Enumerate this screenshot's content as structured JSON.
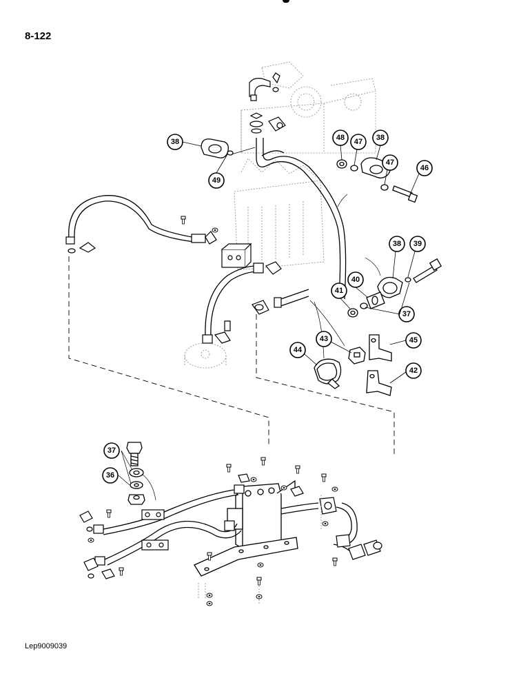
{
  "page": {
    "number": "8-122",
    "reference": "Lep9009039"
  },
  "colors": {
    "ink": "#000000",
    "faint": "#8a8a8a",
    "paper": "#ffffff"
  },
  "callouts": [
    {
      "id": "c38a",
      "label": "38"
    },
    {
      "id": "c49",
      "label": "49"
    },
    {
      "id": "c48",
      "label": "48"
    },
    {
      "id": "c47a",
      "label": "47"
    },
    {
      "id": "c38b",
      "label": "38"
    },
    {
      "id": "c47b",
      "label": "47"
    },
    {
      "id": "c46",
      "label": "46"
    },
    {
      "id": "c38c",
      "label": "38"
    },
    {
      "id": "c39",
      "label": "39"
    },
    {
      "id": "c40",
      "label": "40"
    },
    {
      "id": "c41",
      "label": "41"
    },
    {
      "id": "c37a",
      "label": "37"
    },
    {
      "id": "c43",
      "label": "43"
    },
    {
      "id": "c45",
      "label": "45"
    },
    {
      "id": "c44",
      "label": "44"
    },
    {
      "id": "c42",
      "label": "42"
    },
    {
      "id": "c37b",
      "label": "37"
    },
    {
      "id": "c36",
      "label": "36"
    }
  ]
}
